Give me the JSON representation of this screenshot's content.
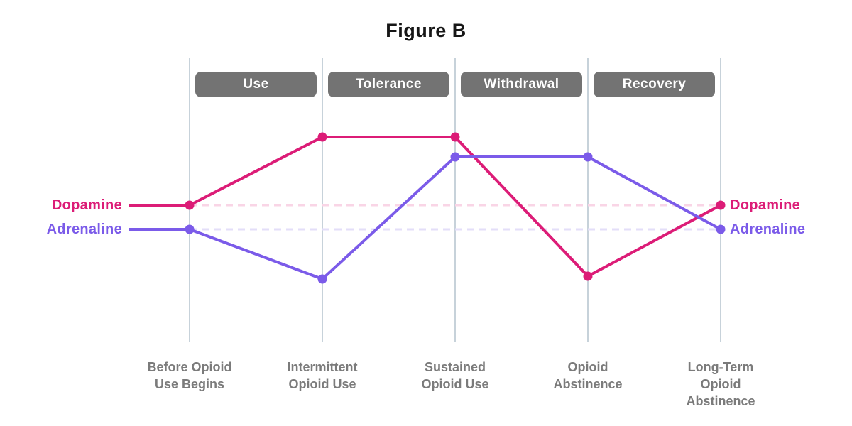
{
  "title": "Figure B",
  "chart_data": {
    "type": "line",
    "title": "Figure B",
    "categories": [
      "Before Opioid\nUse Begins",
      "Intermittent\nOpioid Use",
      "Sustained\nOpioid Use",
      "Opioid\nAbstinence",
      "Long-Term\nOpioid\nAbstinence"
    ],
    "phases": [
      "Use",
      "Tolerance",
      "Withdrawal",
      "Recovery"
    ],
    "series": [
      {
        "name": "Dopamine",
        "color": "#DC1C77",
        "baseline_color": "#F9D5E6",
        "values": [
          48,
          72,
          72,
          23,
          48
        ],
        "baseline": 48
      },
      {
        "name": "Adrenaline",
        "color": "#7B5BE9",
        "baseline_color": "#E3DEF8",
        "values": [
          39.5,
          22,
          65,
          65,
          39.5
        ],
        "baseline": 39.5
      }
    ],
    "ylim": [
      0,
      100
    ],
    "grid": "vertical-category-lines",
    "legend_position": "left-and-right-of-plot"
  },
  "colors": {
    "background": "#FFFFFF",
    "grid_line": "#C7D2DA",
    "phase_badge_bg": "#737373",
    "phase_badge_text": "#FFFFFF",
    "axis_label": "#7B7B7B",
    "title": "#161616",
    "dopamine": "#DC1C77",
    "adrenaline": "#7B5BE9"
  }
}
